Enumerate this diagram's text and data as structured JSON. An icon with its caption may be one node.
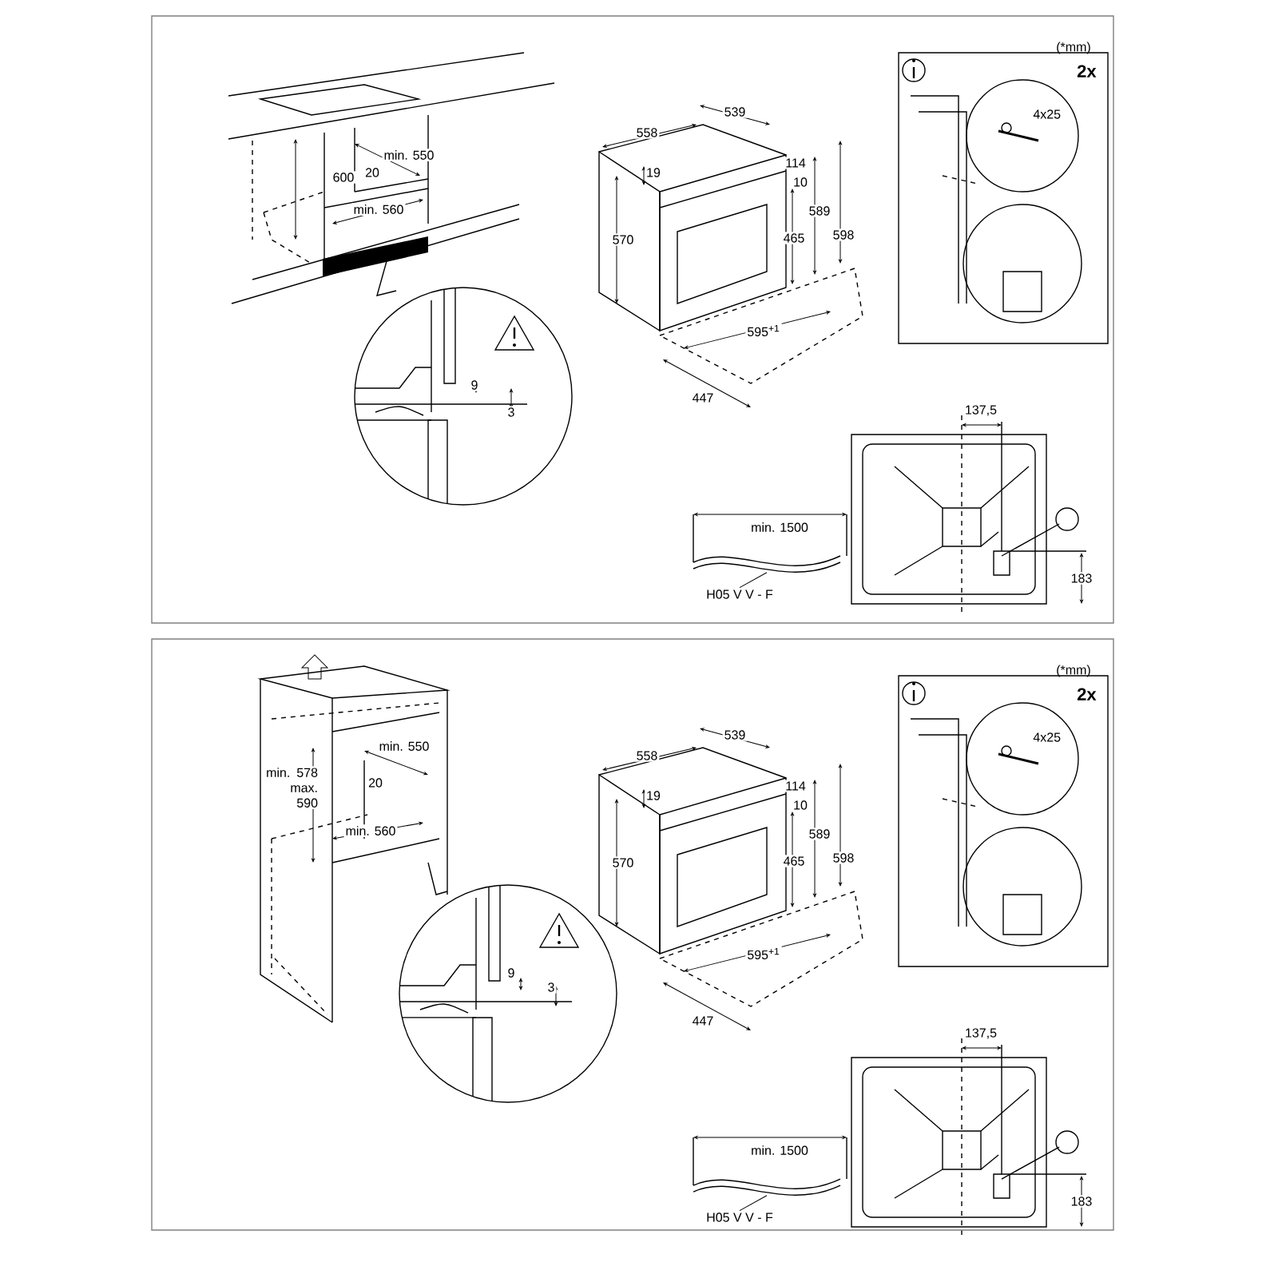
{
  "diagram": {
    "nodes": [
      {
        "text": [],
        "shape": "box"
      },
      {
        "text": [
          "2x",
          "4x25"
        ],
        "in": 0
      },
      {
        "text": [
          "H05 V V - F"
        ],
        "in": 0
      },
      {
        "text": [],
        "shape": "picture",
        "in": 0
      },
      {
        "text": [],
        "shape": "box"
      },
      {
        "text": [
          "2x",
          "4x25"
        ],
        "in": 4
      },
      {
        "text": [
          "H05 V V - F"
        ],
        "in": 4
      },
      {
        "text": [],
        "shape": "picture",
        "in": 4
      }
    ],
    "edges": [
      {
        "from": 2,
        "to": 3,
        "arrow": "none"
      },
      {
        "from": 6,
        "to": 7,
        "arrow": "none"
      }
    ],
    "labels": [
      "(*mm)",
      "600",
      "min. 550",
      "20",
      "min. 560",
      "9",
      "3",
      "558",
      "539",
      "19",
      "114",
      "10",
      "570",
      "465",
      "589",
      "598",
      "595$^{+1}$",
      "447",
      "137,5",
      "min. 1500",
      "183",
      "(*mm)",
      "min. 578 max. 590",
      "min. 550",
      "20",
      "min. 560",
      "9",
      "3",
      "558",
      "539",
      "19",
      "114",
      "10",
      "570",
      "465",
      "589",
      "598",
      "595$^{+1}$",
      "447",
      "137,5",
      "min. 1500",
      "183"
    ]
  }
}
